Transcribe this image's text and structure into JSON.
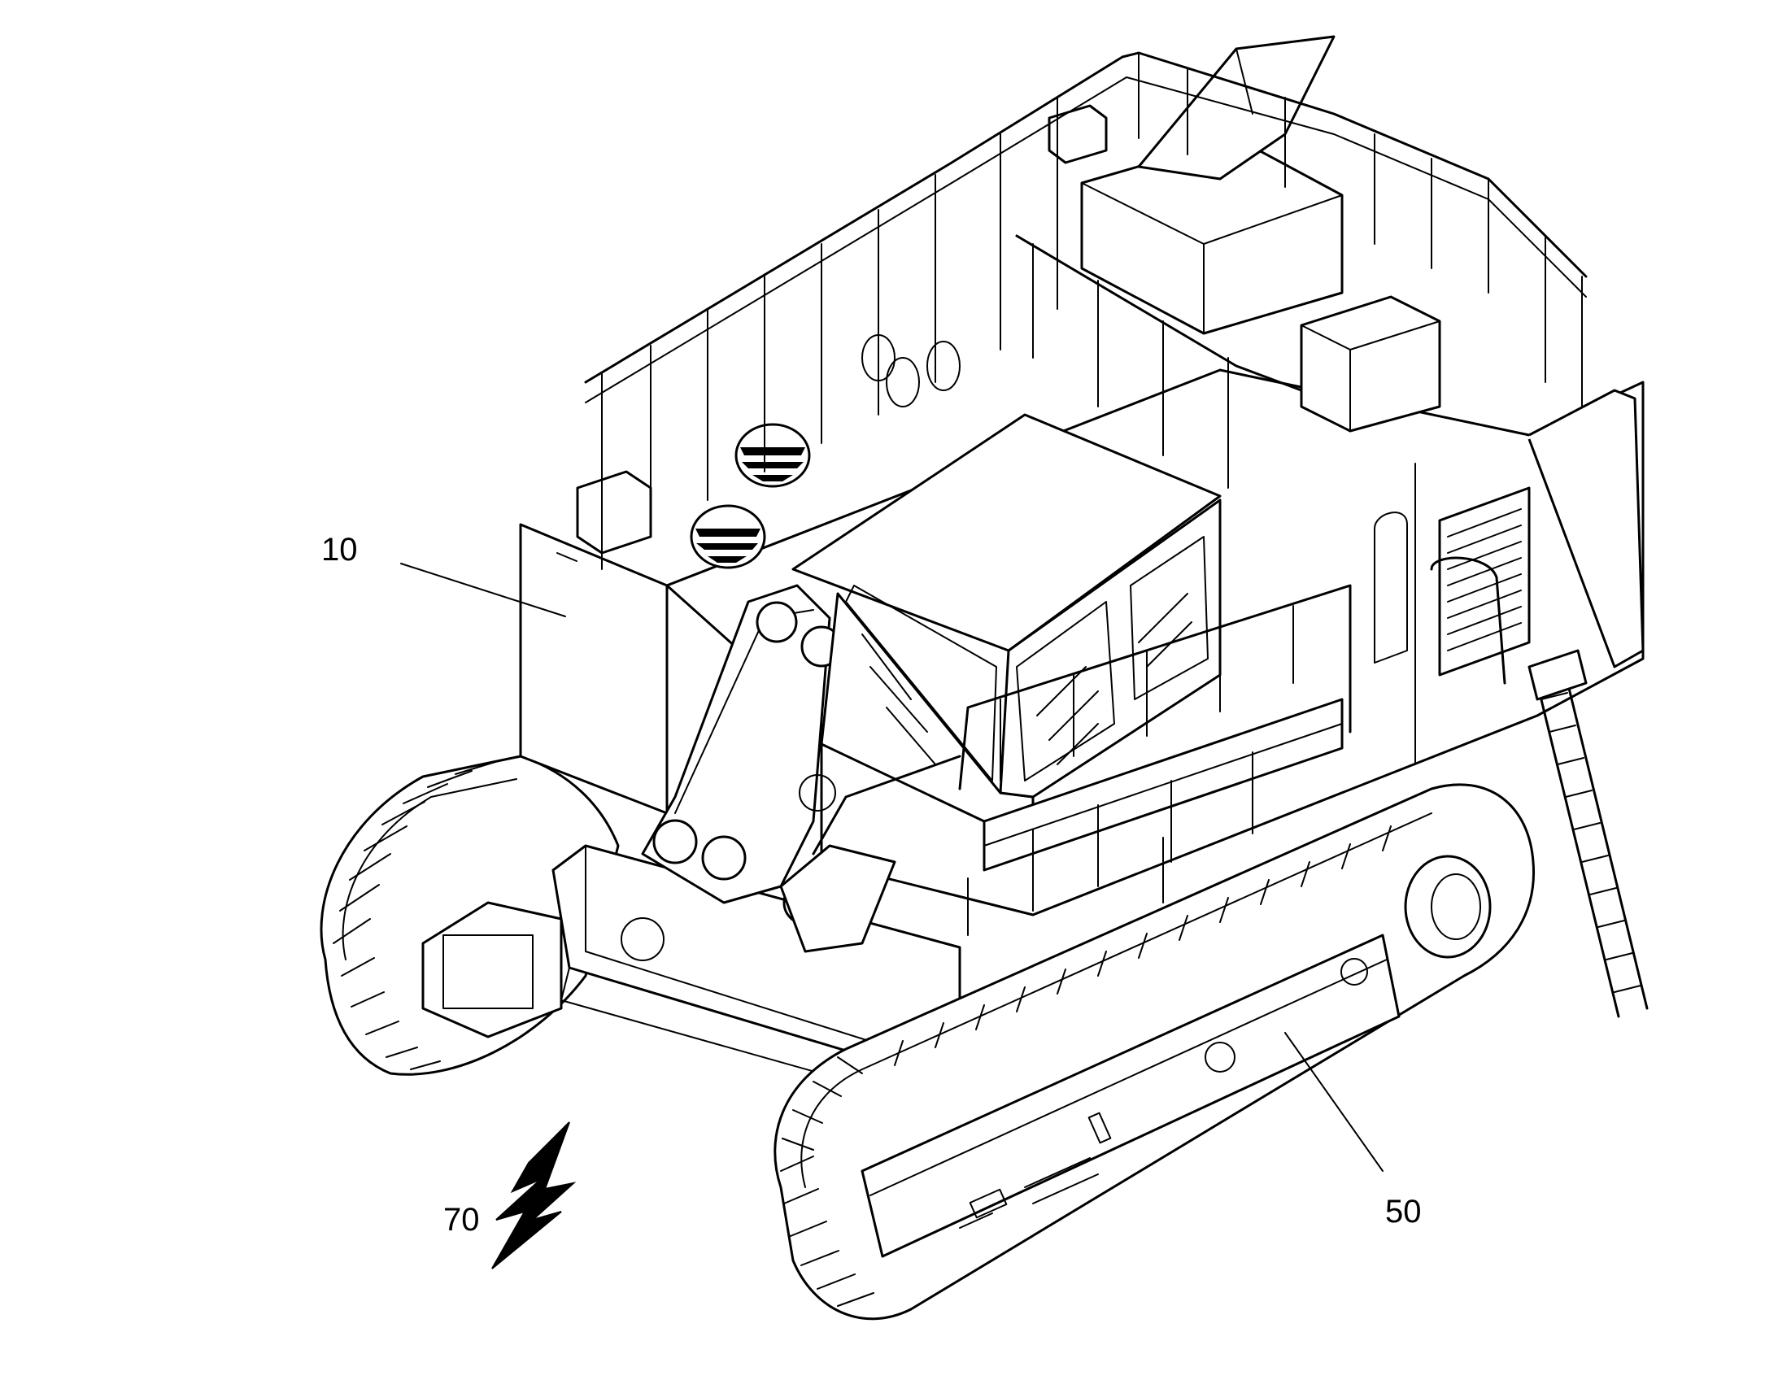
{
  "labels": {
    "upper_structure": "10",
    "undercarriage": "50",
    "electric_drive": "70"
  }
}
